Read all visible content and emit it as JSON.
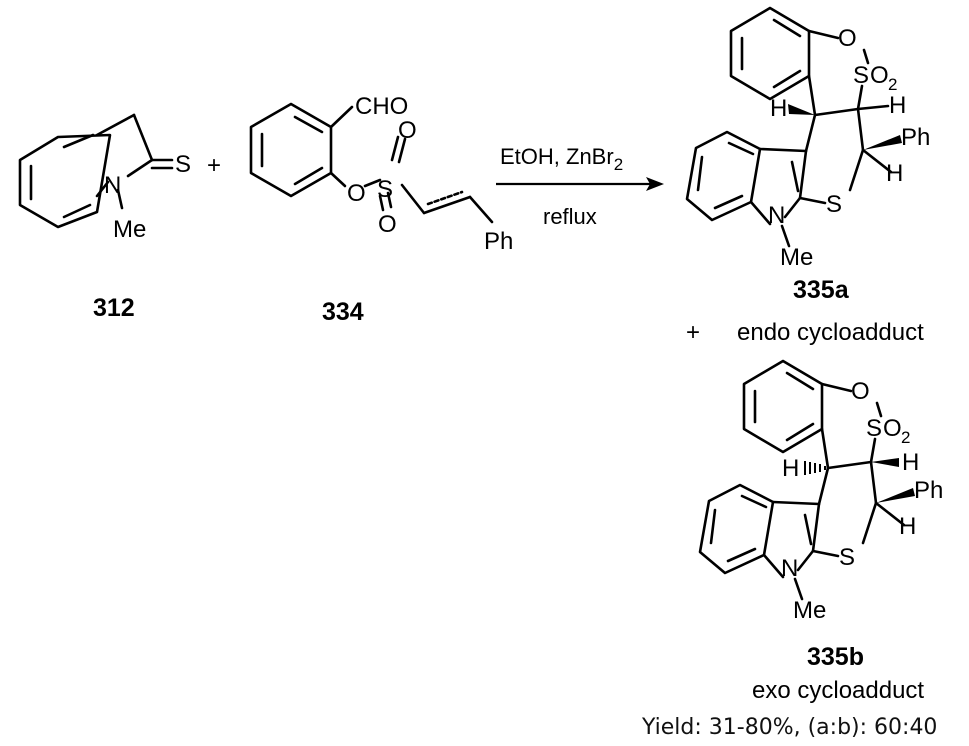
{
  "reactants": [
    {
      "id": "312",
      "label": "312",
      "atoms": [
        "S",
        "N",
        "Me"
      ]
    },
    {
      "id": "334",
      "label": "334",
      "atoms": [
        "CHO",
        "O",
        "S",
        "O",
        "O",
        "Ph"
      ]
    }
  ],
  "plus_sign": "+",
  "conditions": {
    "line1_base": "EtOH, ZnBr",
    "line1_sub": "2",
    "line2": "reflux"
  },
  "products": [
    {
      "id": "335a",
      "label": "335a",
      "atoms": [
        "O",
        "S",
        "O",
        "2",
        "H",
        "H",
        "Ph",
        "H",
        "S",
        "N",
        "Me"
      ]
    },
    {
      "id": "335b",
      "label": "335b",
      "atoms": [
        "O",
        "S",
        "O",
        "2",
        "H",
        "H",
        "Ph",
        "H",
        "S",
        "N",
        "Me"
      ]
    }
  ],
  "endo_note": "endo cycloadduct",
  "exo_note": "exo cycloadduct",
  "yield_text": "Yield: 31-80%, (a:b): 60:40"
}
